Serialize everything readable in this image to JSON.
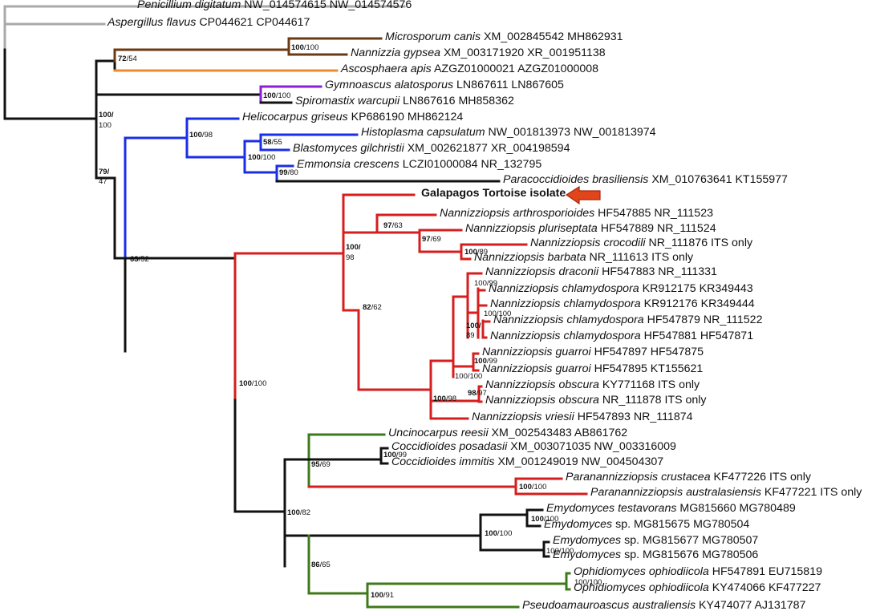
{
  "colors": {
    "black": "#111111",
    "gray": "#a9a9a9",
    "brown": "#6b3a12",
    "orange": "#ee8a2a",
    "purple": "#8a1fd6",
    "blue": "#1a2ee6",
    "red": "#d61e1e",
    "green": "#3f7a1a",
    "arrow": "#e0451c",
    "arrow_edge": "#a7260c"
  },
  "tree": {
    "leaves": [
      {
        "id": "L1",
        "species": "Penicillium digitatum",
        "rest": "NW_014574615 NW_014574576"
      },
      {
        "id": "L2",
        "species": "Aspergillus flavus",
        "rest": "CP044621 CP044617"
      },
      {
        "id": "L3",
        "species": "Microsporum canis",
        "rest": "XM_002845542 MH862931"
      },
      {
        "id": "L4",
        "species": "Nannizzia gypsea",
        "rest": "XM_003171920 XR_001951138"
      },
      {
        "id": "L5",
        "species": "Ascosphaera apis",
        "rest": "AZGZ01000021 AZGZ01000008"
      },
      {
        "id": "L6",
        "species": "Gymnoascus alatosporus",
        "rest": "LN867611 LN867605"
      },
      {
        "id": "L7",
        "species": "Spiromastix warcupii",
        "rest": "LN867616 MH858362"
      },
      {
        "id": "L8",
        "species": "Helicocarpus griseus",
        "rest": "KP686190 MH862124"
      },
      {
        "id": "L9",
        "species": "Histoplasma capsulatum",
        "rest": "NW_001813973 NW_001813974"
      },
      {
        "id": "L10",
        "species": "Blastomyces gilchristii",
        "rest": "XM_002621877 XR_004198594"
      },
      {
        "id": "L11",
        "species": "Emmonsia crescens",
        "rest": "LCZI01000084 NR_132795"
      },
      {
        "id": "L12",
        "species": "Paracoccidioides brasiliensis",
        "rest": "XM_010763641 KT155977"
      },
      {
        "id": "L13",
        "species": "",
        "rest": "Galapagos Tortoise isolate"
      },
      {
        "id": "L14",
        "species": "Nannizziopsis arthrosporioides",
        "rest": "HF547885 NR_111523"
      },
      {
        "id": "L15",
        "species": "Nannizziopsis pluriseptata",
        "rest": "HF547889 NR_111524"
      },
      {
        "id": "L16",
        "species": "Nannizziopsis crocodili",
        "rest": "NR_111876 ITS only"
      },
      {
        "id": "L17",
        "species": "Nannizziopsis barbata",
        "rest": "NR_111613 ITS only"
      },
      {
        "id": "L18",
        "species": "Nannizziopsis draconii",
        "rest": "HF547883 NR_111331"
      },
      {
        "id": "L19",
        "species": "Nannizziopsis chlamydospora",
        "rest": "KR912175 KR349443"
      },
      {
        "id": "L20",
        "species": "Nannizziopsis chlamydospora",
        "rest": "KR912176 KR349444"
      },
      {
        "id": "L21",
        "species": "Nannizziopsis chlamydospora",
        "rest": "HF547879 NR_111522"
      },
      {
        "id": "L22",
        "species": "Nannizziopsis chlamydospora",
        "rest": "HF547881 HF547871"
      },
      {
        "id": "L23",
        "species": "Nannizziopsis guarroi",
        "rest": "HF547897 HF547875"
      },
      {
        "id": "L24",
        "species": "Nannizziopsis guarroi",
        "rest": "HF547895 KT155621"
      },
      {
        "id": "L25",
        "species": "Nannizziopsis obscura",
        "rest": "KY771168 ITS only"
      },
      {
        "id": "L26",
        "species": "Nannizziopsis obscura",
        "rest": "NR_111878 ITS only"
      },
      {
        "id": "L27",
        "species": "Nannizziopsis vriesii",
        "rest": "HF547893 NR_111874"
      },
      {
        "id": "L28",
        "species": "Uncinocarpus reesii",
        "rest": "XM_002543483 AB861762"
      },
      {
        "id": "L29",
        "species": "Coccidioides posadasii",
        "rest": "XM_003071035 NW_003316009"
      },
      {
        "id": "L30",
        "species": "Coccidioides immitis",
        "rest": "XM_001249019 NW_004504307"
      },
      {
        "id": "L31",
        "species": "Paranannizziopsis crustacea",
        "rest": "KF477226 ITS only"
      },
      {
        "id": "L32",
        "species": "Paranannizziopsis australasiensis",
        "rest": "KF477221 ITS only"
      },
      {
        "id": "L33",
        "species": "Emydomyces testavorans",
        "rest": "MG815660 MG780489"
      },
      {
        "id": "L34",
        "species": "Emydomyces",
        "rest": "sp. MG815675 MG780504"
      },
      {
        "id": "L35",
        "species": "Emydomyces",
        "rest": "sp. MG815677 MG780507"
      },
      {
        "id": "L36",
        "species": "Emydomyces",
        "rest": "sp. MG815676 MG780506"
      },
      {
        "id": "L37",
        "species": "Ophidiomyces ophiodiicola",
        "rest": "HF547891 EU715819"
      },
      {
        "id": "L38",
        "species": "Ophidiomyces ophiodiicola",
        "rest": "KY474066 KF477227"
      },
      {
        "id": "L39",
        "species": "Pseudoamauroascus australiensis",
        "rest": "KY474077 AJ131787"
      }
    ],
    "supports": [
      {
        "id": "S1",
        "a": "72",
        "b": "/54"
      },
      {
        "id": "S2",
        "a": "100",
        "b": "/100"
      },
      {
        "id": "S3",
        "a": "100",
        "b": "/100"
      },
      {
        "id": "S4a",
        "a": "100/",
        "b": ""
      },
      {
        "id": "S4b",
        "a": "",
        "b": "100"
      },
      {
        "id": "S5",
        "a": "100",
        "b": "/98"
      },
      {
        "id": "S6",
        "a": "58",
        "b": "/55"
      },
      {
        "id": "S7",
        "a": "100",
        "b": "/100"
      },
      {
        "id": "S8",
        "a": "99",
        "b": "/80"
      },
      {
        "id": "S9a",
        "a": "79/",
        "b": ""
      },
      {
        "id": "S9b",
        "a": "",
        "b": "47"
      },
      {
        "id": "S10",
        "a": "63",
        "b": "/52"
      },
      {
        "id": "S11a",
        "a": "100/",
        "b": ""
      },
      {
        "id": "S11b",
        "a": "",
        "b": "98"
      },
      {
        "id": "S12",
        "a": "97",
        "b": "/63"
      },
      {
        "id": "S13",
        "a": "97",
        "b": "/69"
      },
      {
        "id": "S14",
        "a": "100",
        "b": "/89"
      },
      {
        "id": "S15",
        "a": "82",
        "b": "/62"
      },
      {
        "id": "S16",
        "a": "",
        "b": "100/99"
      },
      {
        "id": "S17",
        "a": "",
        "b": "100/100"
      },
      {
        "id": "S18a",
        "a": "100/",
        "b": ""
      },
      {
        "id": "S18b",
        "a": "",
        "b": "89"
      },
      {
        "id": "S19",
        "a": "100",
        "b": "/99"
      },
      {
        "id": "S20",
        "a": "",
        "b": "100/100"
      },
      {
        "id": "S21",
        "a": "98",
        "b": "/97"
      },
      {
        "id": "S22",
        "a": "100",
        "b": "/98"
      },
      {
        "id": "S23",
        "a": "100",
        "b": "/100"
      },
      {
        "id": "S24",
        "a": "100",
        "b": "/99"
      },
      {
        "id": "S25",
        "a": "95",
        "b": "/69"
      },
      {
        "id": "S26",
        "a": "100",
        "b": "/100"
      },
      {
        "id": "S27",
        "a": "100",
        "b": "/82"
      },
      {
        "id": "S28",
        "a": "100",
        "b": "/100"
      },
      {
        "id": "S29",
        "a": "100",
        "b": "/100"
      },
      {
        "id": "S30",
        "a": "",
        "b": "100/100"
      },
      {
        "id": "S31",
        "a": "86",
        "b": "/65"
      },
      {
        "id": "S32",
        "a": "",
        "b": "100/100"
      },
      {
        "id": "S33",
        "a": "100",
        "b": "/91"
      }
    ]
  }
}
